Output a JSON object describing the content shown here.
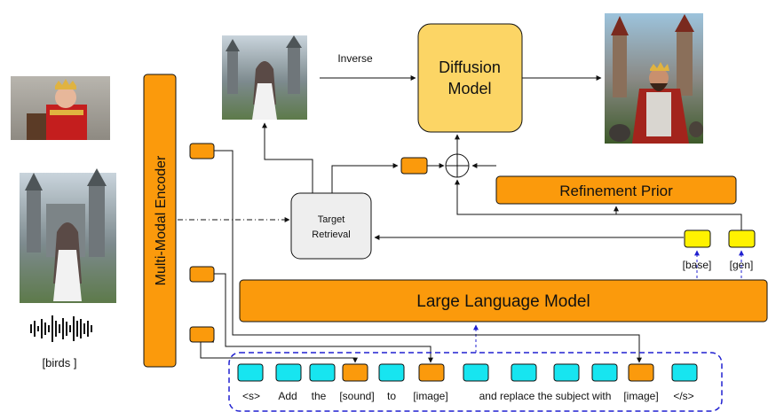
{
  "encoder": {
    "label": "Multi-Modal Encoder"
  },
  "diffusion": {
    "line1": "Diffusion",
    "line2": "Model"
  },
  "inverse_label": "Inverse",
  "refinement": {
    "label": "Refinement Prior"
  },
  "llm": {
    "label": "Large Language Model"
  },
  "retrieval": {
    "line1": "Target",
    "line2": "Retrieval"
  },
  "tags": {
    "base": "[base]",
    "gen": "[gen]"
  },
  "audio_label": "[birds ]",
  "tokens": [
    "<s>",
    "Add",
    "the",
    "[sound]",
    "to",
    "[image]",
    "and replace the subject with",
    "[image]",
    "</s>"
  ],
  "images": {
    "king": "king-portrait-image",
    "castle_small": "anime-girl-castle-image",
    "castle_left": "anime-girl-castle-image",
    "output": "king-in-castle-output-image"
  },
  "colors": {
    "orange": "#fb9a0c",
    "cyan": "#17e5f0",
    "yellow": "#fff200",
    "diffusion": "#fcd565",
    "retrieval": "#eeeeee",
    "dash_blue": "#2020d0"
  }
}
